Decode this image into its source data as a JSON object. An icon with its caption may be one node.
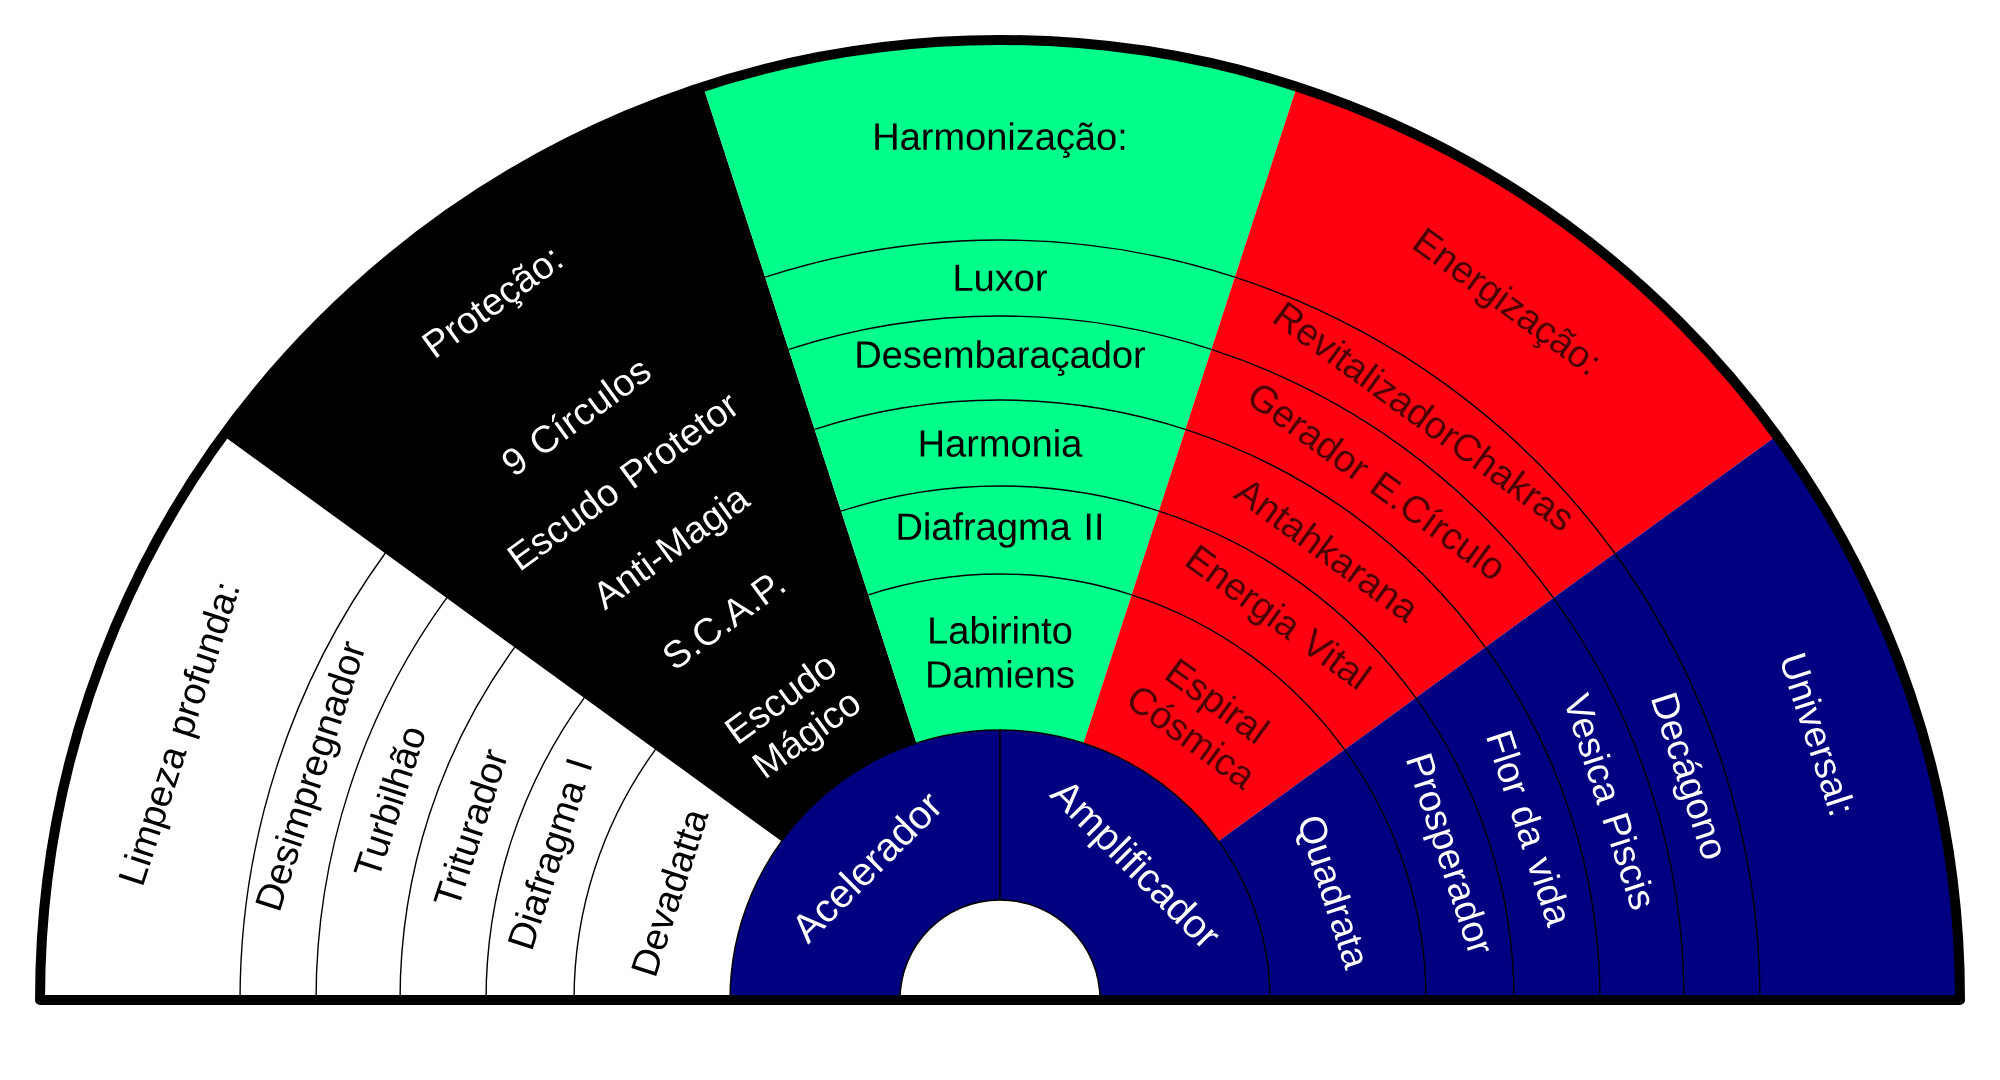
{
  "diagram": {
    "nodes": [
      {
        "text": [
          "Limpeza profunda:"
        ]
      },
      {
        "text": [
          "Desimpregnador"
        ]
      },
      {
        "text": [
          "Turbilhão"
        ]
      },
      {
        "text": [
          "Triturador"
        ]
      },
      {
        "text": [
          "Diafragma I"
        ]
      },
      {
        "text": [
          "Devadatta"
        ]
      },
      {
        "text": [
          "Proteção:"
        ]
      },
      {
        "text": [
          "9 Círculos"
        ]
      },
      {
        "text": [
          "Escudo Protetor"
        ]
      },
      {
        "text": [
          "Anti-Magia"
        ]
      },
      {
        "text": [
          "S.C.A.P."
        ]
      },
      {
        "text": [
          "Escudo Mágico"
        ]
      },
      {
        "text": [
          "Harmonização:"
        ]
      },
      {
        "text": [
          "Luxor"
        ]
      },
      {
        "text": [
          "Desembaraçador"
        ]
      },
      {
        "text": [
          "Harmonia"
        ]
      },
      {
        "text": [
          "Diafragma II"
        ]
      },
      {
        "text": [
          "Labirinto Damiens"
        ]
      },
      {
        "text": [
          "Energização:"
        ]
      },
      {
        "text": [
          "RevitalizadorChakras"
        ]
      },
      {
        "text": [
          "Gerador E.Círculo"
        ]
      },
      {
        "text": [
          "Antahkarana"
        ]
      },
      {
        "text": [
          "Energia Vital"
        ]
      },
      {
        "text": [
          "Espiral Cósmica"
        ]
      },
      {
        "text": [
          "Universal:"
        ]
      },
      {
        "text": [
          "Quadrata"
        ]
      },
      {
        "text": [
          "Prosperador"
        ]
      },
      {
        "text": [
          "Flor da vida"
        ]
      },
      {
        "text": [
          "Vesica Piscis"
        ]
      },
      {
        "text": [
          "Decágono"
        ]
      },
      {
        "text": [
          "Acelerador"
        ]
      },
      {
        "text": [
          "Amplificador"
        ]
      }
    ]
  }
}
